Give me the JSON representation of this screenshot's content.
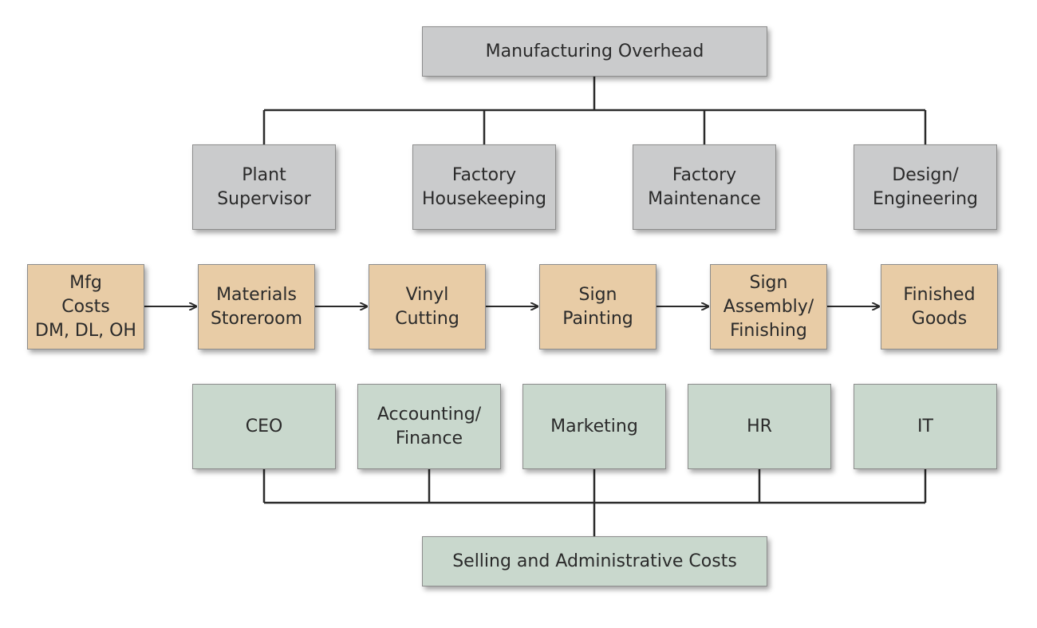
{
  "overhead": {
    "title": "Manufacturing Overhead",
    "items": [
      "Plant\nSupervisor",
      "Factory\nHousekeeping",
      "Factory\nMaintenance",
      "Design/\nEngineering"
    ]
  },
  "process": {
    "steps": [
      "Mfg\nCosts\nDM, DL, OH",
      "Materials\nStoreroom",
      "Vinyl\nCutting",
      "Sign\nPainting",
      "Sign\nAssembly/\nFinishing",
      "Finished\nGoods"
    ]
  },
  "selling_admin": {
    "title": "Selling and Administrative Costs",
    "items": [
      "CEO",
      "Accounting/\nFinance",
      "Marketing",
      "HR",
      "IT"
    ]
  },
  "colors": {
    "overhead_fill": "#cacbcc",
    "process_fill": "#e8cca6",
    "selling_fill": "#c9d8cd",
    "line": "#2a2a2a"
  }
}
